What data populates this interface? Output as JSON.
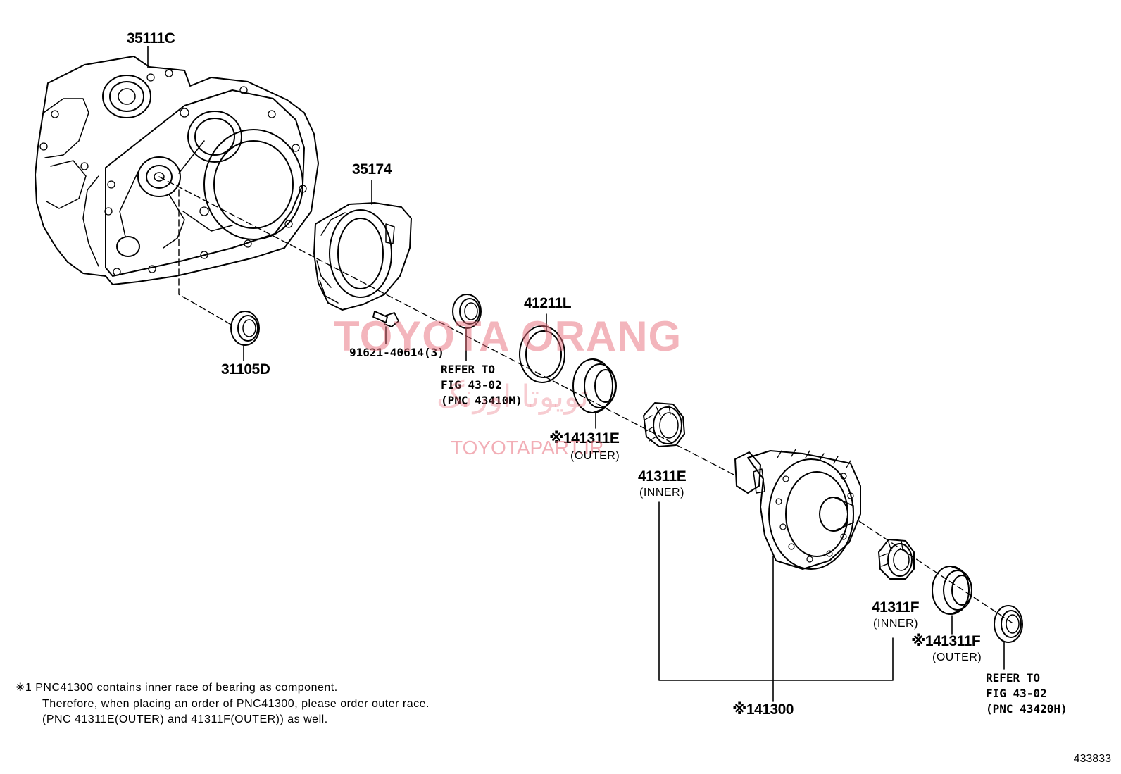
{
  "parts": {
    "case_label": "35111C",
    "cover_label": "35174",
    "seal_label": "31105D",
    "bolt_label": "91621-40614(3)",
    "shim_label": "41211L",
    "outer_race_e_label": "※141311E",
    "outer_race_e_note": "(OUTER)",
    "inner_bearing_e_label": "41311E",
    "inner_bearing_e_note": "(INNER)",
    "inner_bearing_f_label": "41311F",
    "inner_bearing_f_note": "(INNER)",
    "outer_race_f_label": "※141311F",
    "outer_race_f_note": "(OUTER)",
    "differential_label": "※141300"
  },
  "references": {
    "left": {
      "line1": "REFER TO",
      "line2": "FIG 43-02",
      "line3": "(PNC 43410M)"
    },
    "right": {
      "line1": "REFER TO",
      "line2": "FIG 43-02",
      "line3": "(PNC 43420H)"
    }
  },
  "note": {
    "line1": "※1 PNC41300 contains inner race of bearing as component.",
    "line2": "Therefore, when placing an order of PNC41300, please order outer race.",
    "line3": "(PNC 41311E(OUTER) and 41311F(OUTER)) as well."
  },
  "watermark": {
    "main": "TOYOTA ORANG",
    "arabic": "تویوتا اورنگ",
    "url": "TOYOTAPART.IR"
  },
  "figure_number": "433833",
  "colors": {
    "line": "#000000",
    "watermark": "#e86c7a"
  }
}
